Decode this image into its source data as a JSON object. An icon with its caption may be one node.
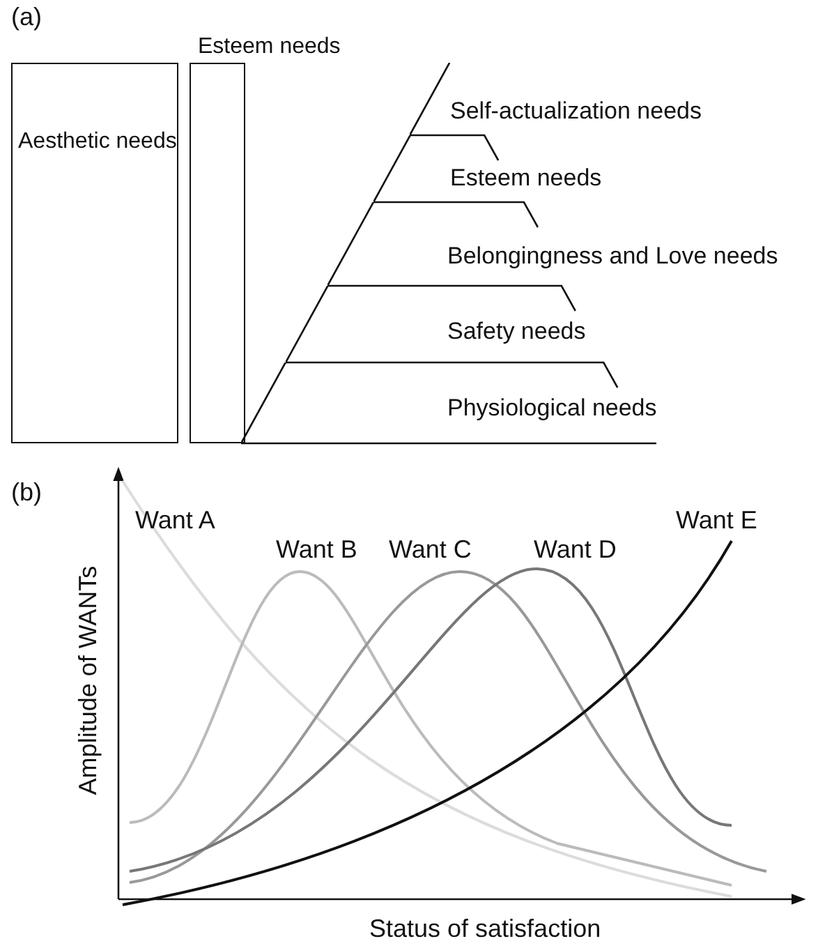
{
  "diagram": {
    "nodes": [
      {
        "text": [
          "Aesthetic needs"
        ]
      },
      {
        "text": [
          "Esteem needs"
        ]
      },
      {
        "text": [
          "Self-actualization needs"
        ]
      },
      {
        "text": [
          "Esteem needs"
        ]
      },
      {
        "text": [
          "Belongingness and Love needs"
        ]
      },
      {
        "text": [
          "Safety needs"
        ]
      },
      {
        "text": [
          "Physiological needs"
        ]
      }
    ],
    "edges": [],
    "labels": [
      "(a)",
      "(b)",
      "Want A",
      "Want B",
      "Want C",
      "Want D",
      "Want E",
      "Amplitude of WANTs",
      "Status of satisfaction"
    ]
  }
}
